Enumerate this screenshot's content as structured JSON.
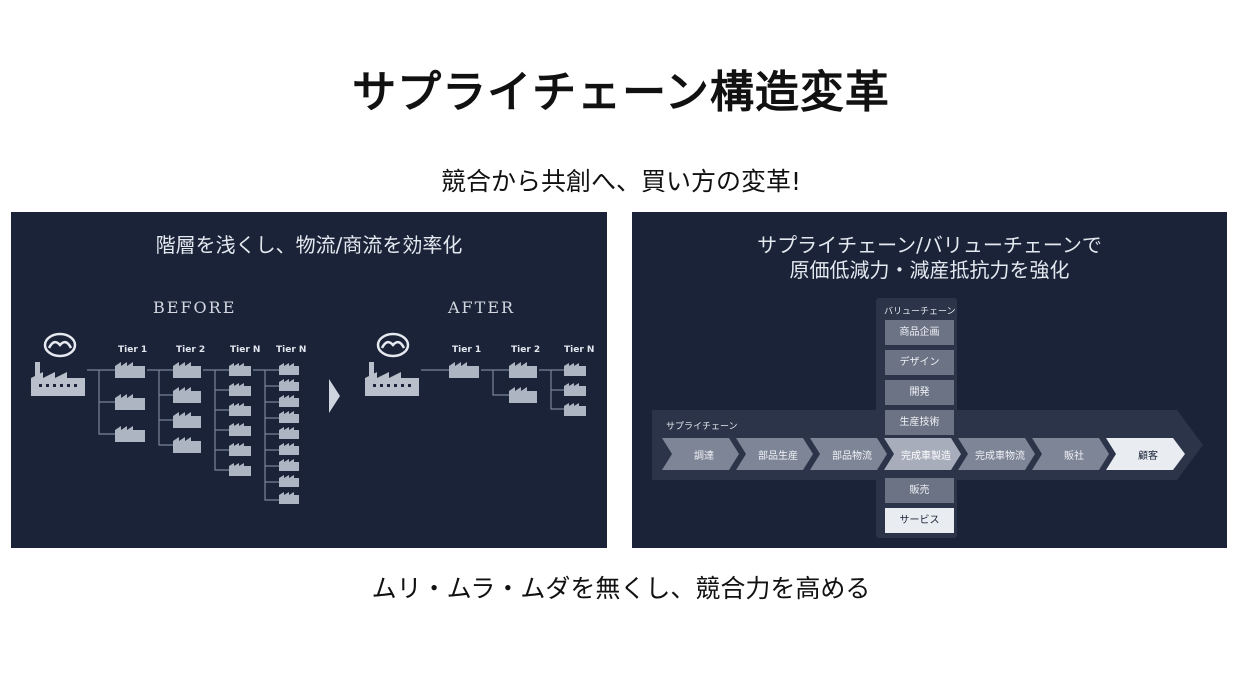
{
  "title": "サプライチェーン構造変革",
  "subtitle": "競合から共創へ、買い方の変革!",
  "footer": "ムリ・ムラ・ムダを無くし、競合力を高める",
  "left_panel": {
    "heading": "階層を浅くし、物流/商流を効率化",
    "before_label": "BEFORE",
    "after_label": "AFTER",
    "before_tiers": [
      "Tier 1",
      "Tier 2",
      "Tier N",
      "Tier N"
    ],
    "after_tiers": [
      "Tier 1",
      "Tier 2",
      "Tier N"
    ]
  },
  "right_panel": {
    "heading_line1": "サプライチェーン/バリューチェーンで",
    "heading_line2": "原価低減力・減産抵抗力を強化",
    "value_chain_label": "バリューチェーン",
    "value_chain_upper": [
      "商品企画",
      "デザイン",
      "開発",
      "生産技術"
    ],
    "value_chain_lower": [
      "販売",
      "サービス"
    ],
    "supply_chain_label": "サプライチェーン",
    "supply_chain_steps": [
      "調達",
      "部品生産",
      "部品物流",
      "完成車製造",
      "完成車物流",
      "販社",
      "顧客"
    ]
  },
  "colors": {
    "panel_bg": "#1a2338",
    "box_fill": "#6b7384",
    "chevron_fill": "#7e8596"
  }
}
